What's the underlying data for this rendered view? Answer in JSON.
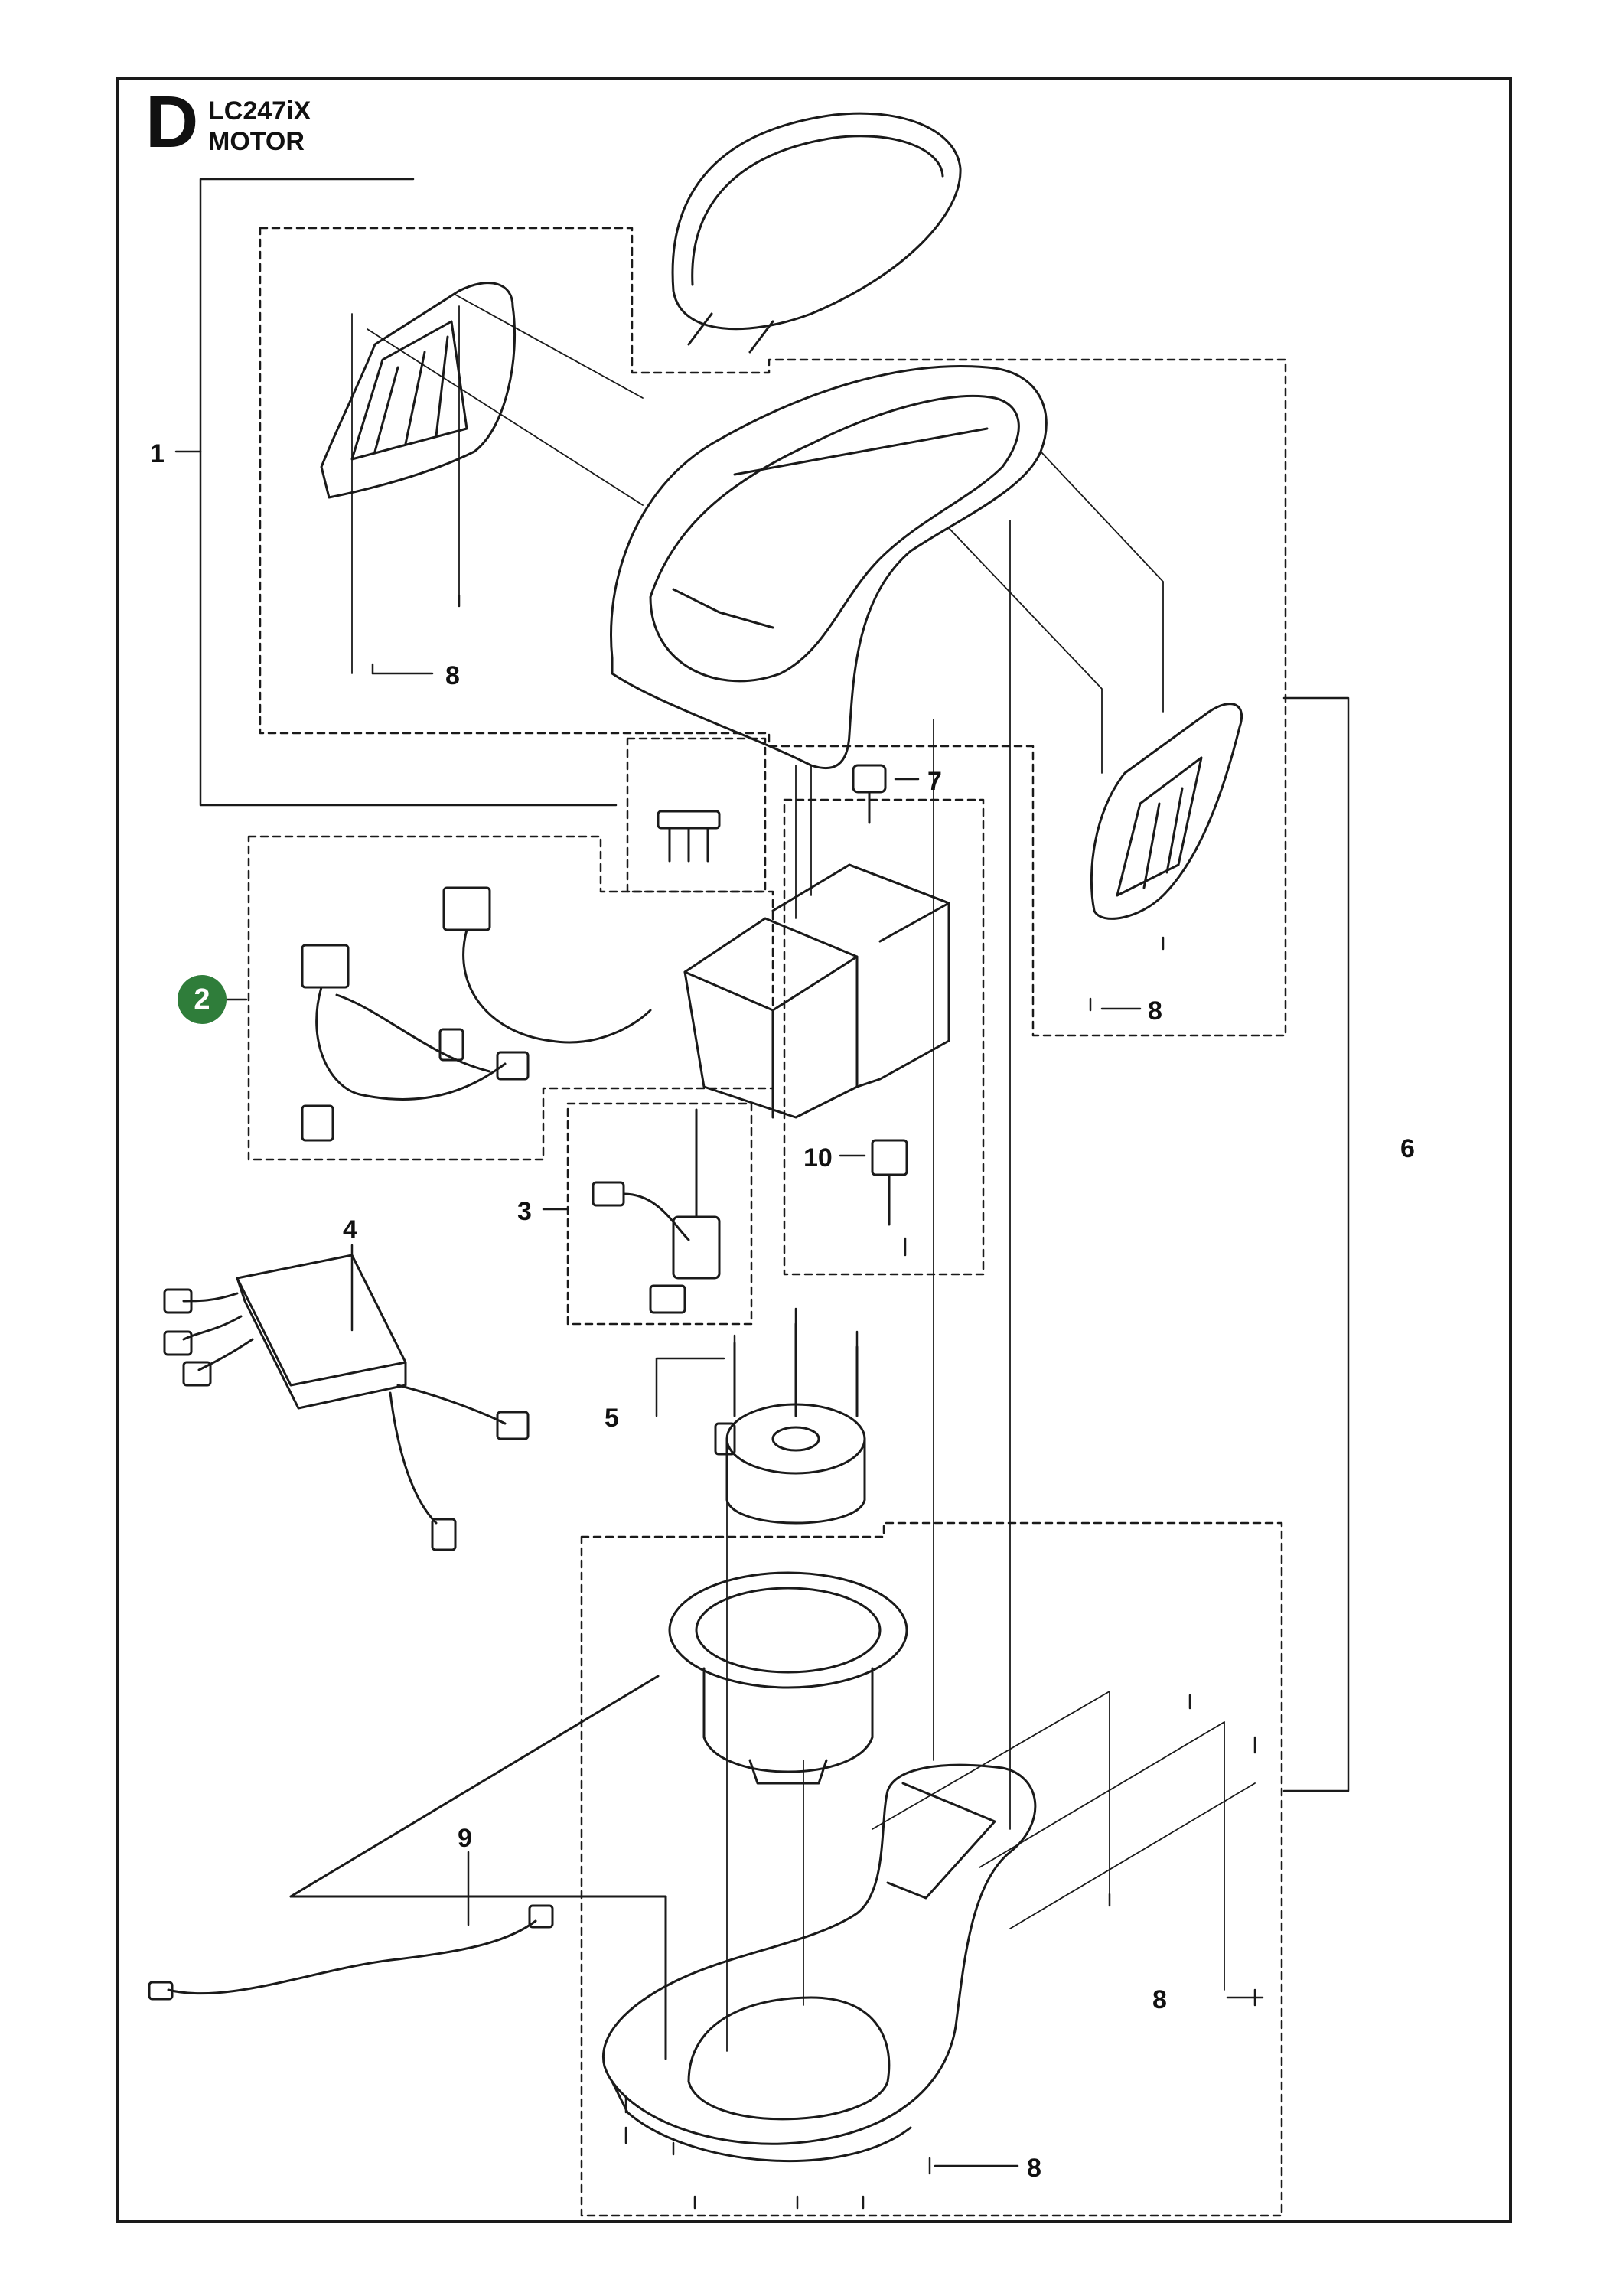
{
  "header": {
    "section_letter": "D",
    "model": "LC247iX",
    "section": "MOTOR"
  },
  "callouts": {
    "c1": "1",
    "c2": "2",
    "c3": "3",
    "c4": "4",
    "c5": "5",
    "c6": "6",
    "c7": "7",
    "c8": "8",
    "c9": "9",
    "c10": "10"
  },
  "colors": {
    "highlight_badge": "#2f7d3a",
    "line": "#1a1a1a"
  }
}
